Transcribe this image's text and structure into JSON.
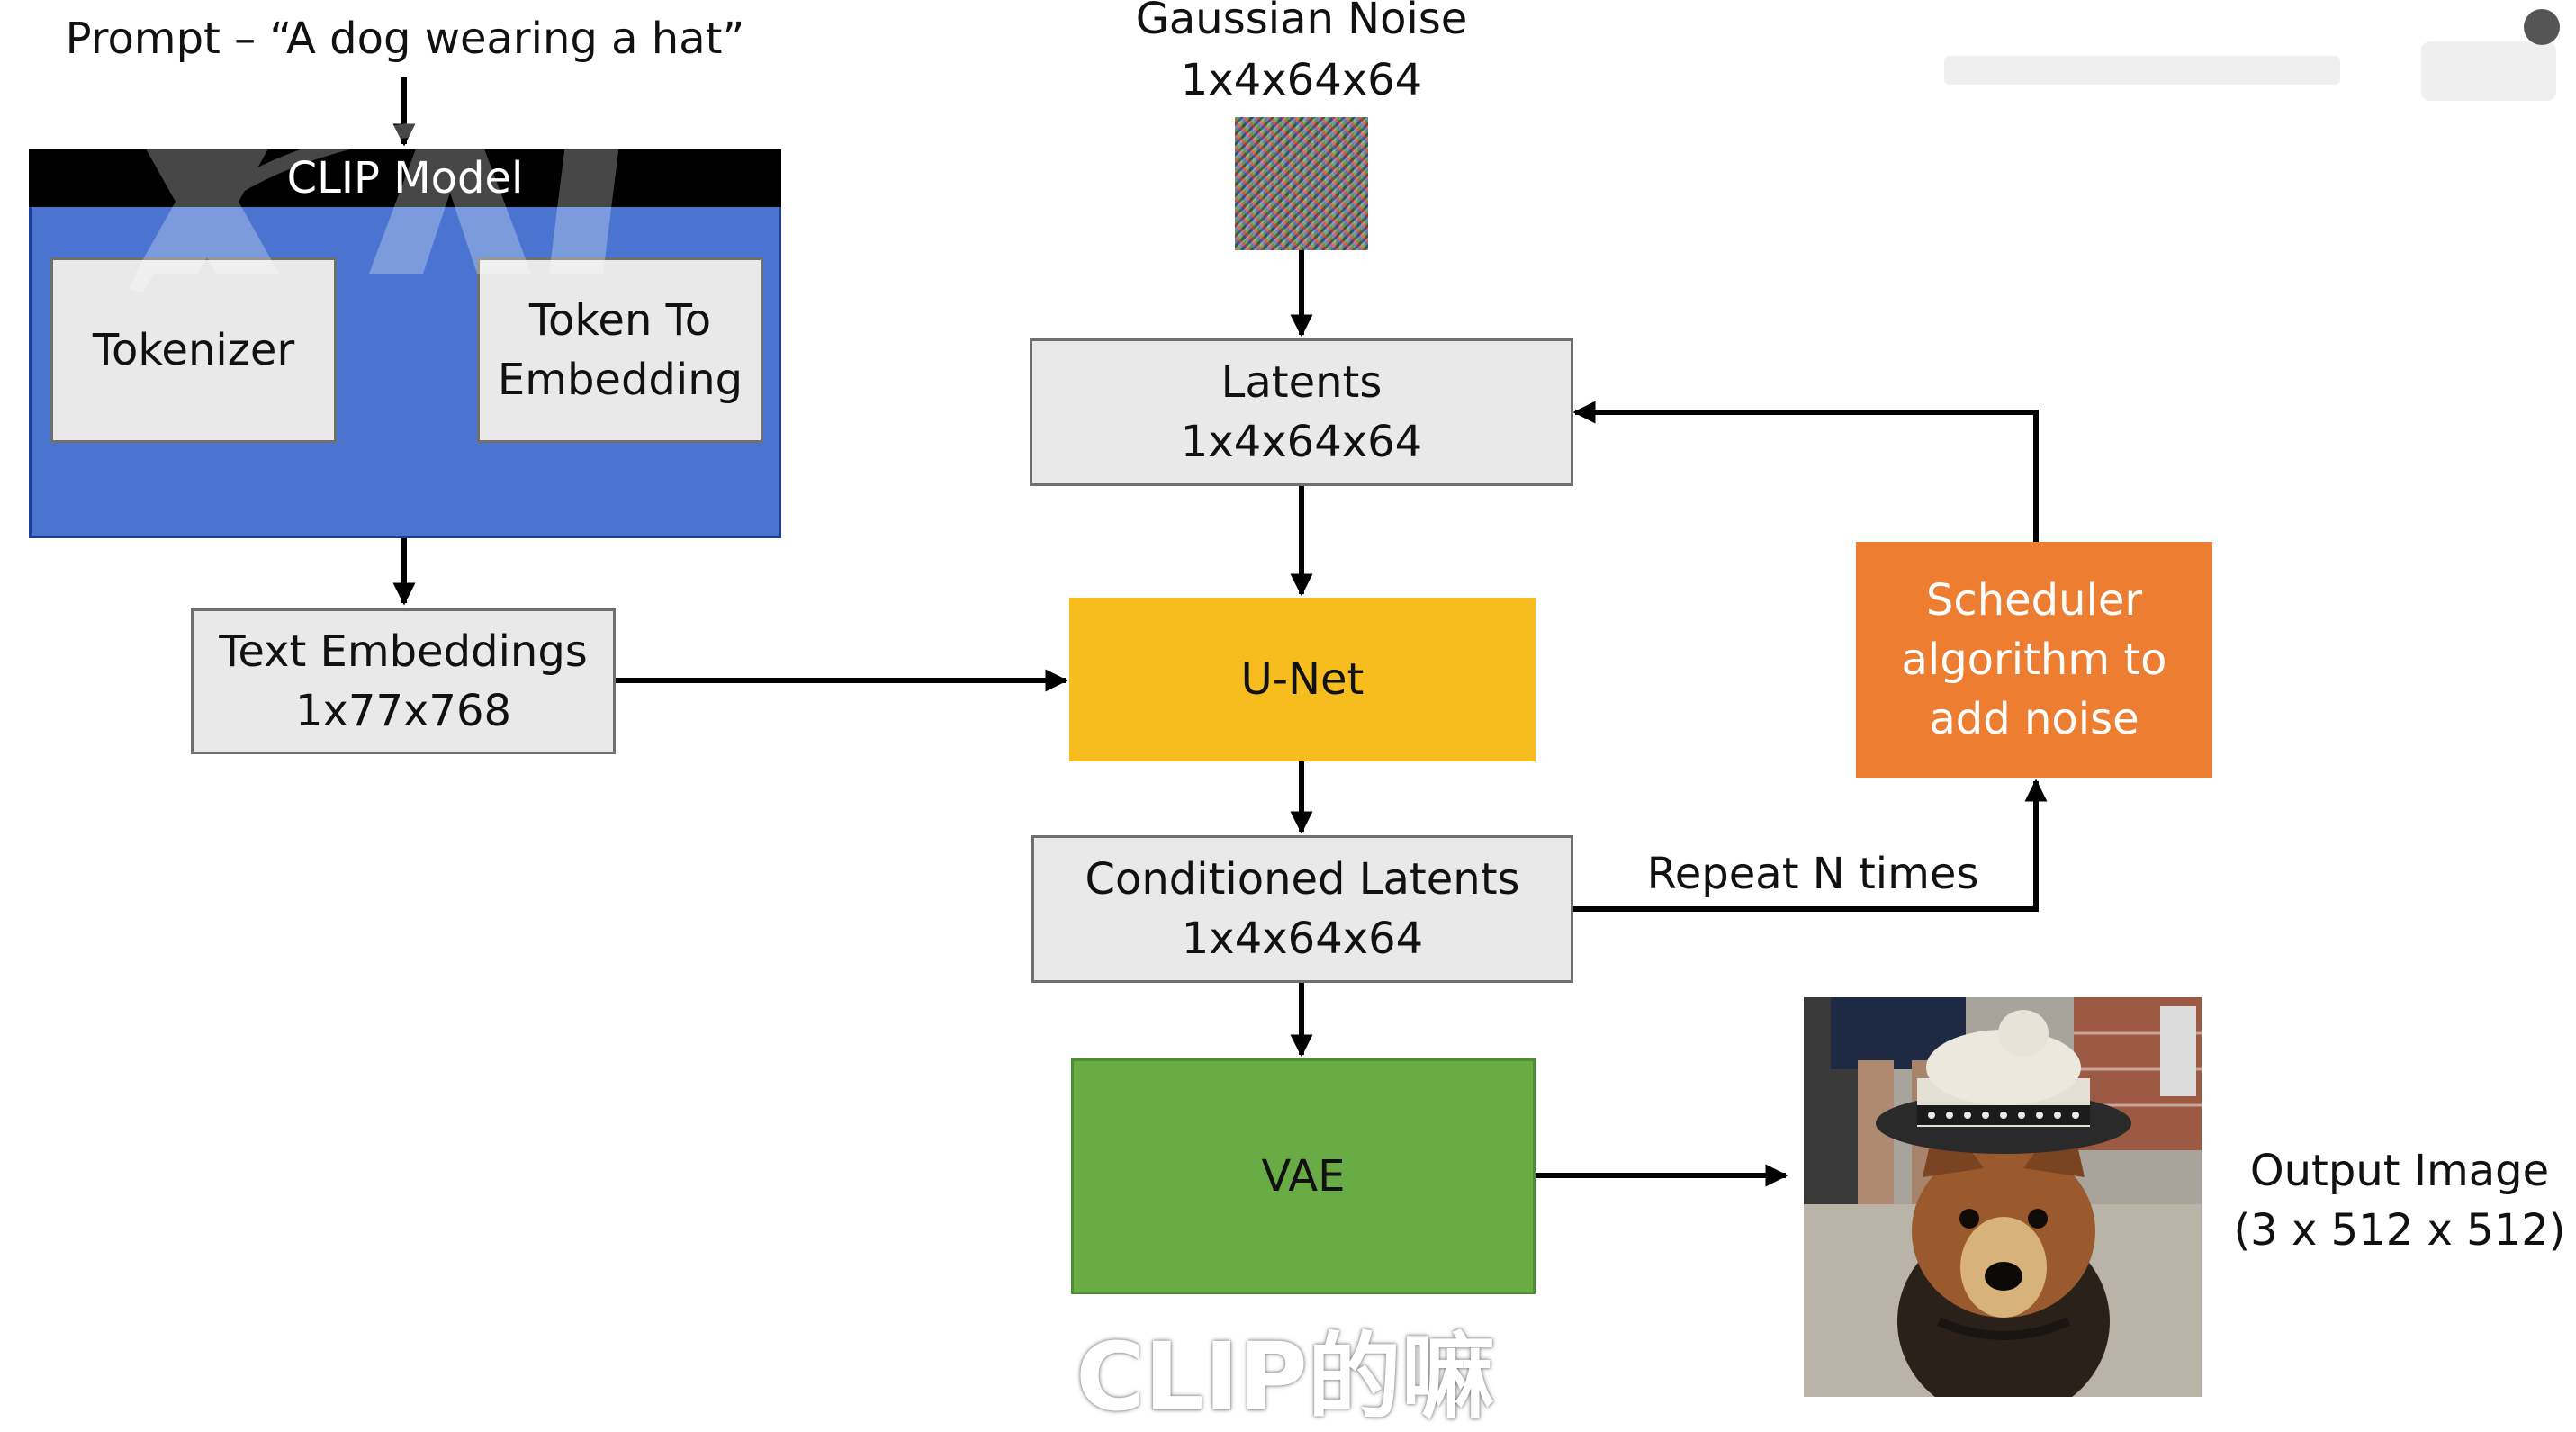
{
  "diagram": {
    "prompt": "Prompt – “A dog wearing a hat”",
    "clip_model": {
      "title": "CLIP Model",
      "tokenizer": "Tokenizer",
      "token_to_embedding": [
        "Token To",
        "Embedding"
      ]
    },
    "text_embeddings": [
      "Text Embeddings",
      "1x77x768"
    ],
    "gaussian_noise": [
      "Gaussian Noise",
      "1x4x64x64"
    ],
    "latents": [
      "Latents",
      "1x4x64x64"
    ],
    "unet": "U-Net",
    "scheduler": [
      "Scheduler",
      "algorithm to",
      "add noise"
    ],
    "conditioned_latents": [
      "Conditioned Latents",
      "1x4x64x64"
    ],
    "repeat": "Repeat N times",
    "vae": "VAE",
    "output_image": [
      "Output Image",
      "(3 x 512 x 512)"
    ]
  },
  "overlay": {
    "subtitle": "CLIP的嘛",
    "watermark": "XAI"
  },
  "colors": {
    "clip_blue": "#4a74d0",
    "unet_yellow": "#f7bd1f",
    "vae_green": "#69ac45",
    "scheduler_orange": "#ed7d31",
    "box_gray": "#e9e9e9"
  }
}
